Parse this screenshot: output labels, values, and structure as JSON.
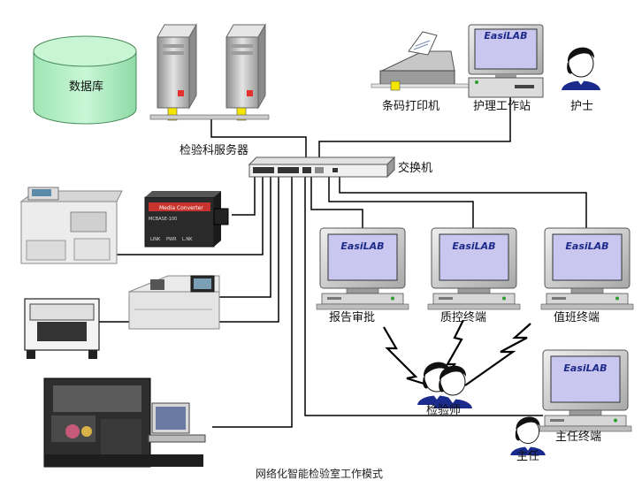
{
  "title": "网络化智能检验室工作模式",
  "nodes": {
    "database": "数据库",
    "server": "检验科服务器",
    "switch": "交换机",
    "barcode_printer": "条码打印机",
    "nurse_station": "护理工作站",
    "nurse": "护士",
    "report_review": "报告审批",
    "qc_terminal": "质控终端",
    "duty_terminal": "值班终端",
    "inspector": "检验师",
    "director_terminal": "主任终端",
    "director": "主任"
  },
  "screen_brand": "EasiLAB",
  "converter": {
    "brand": "Media Converter",
    "model": "MCBASE-100",
    "ports": [
      "LINK",
      "PWR",
      "L.NK"
    ]
  },
  "colors": {
    "database": "#b6f2c8",
    "server": "#c9c9c9",
    "screen": "#c9c6ef",
    "link": "#000000",
    "port_marker": "#f5e600",
    "converter": "#c8342d"
  }
}
